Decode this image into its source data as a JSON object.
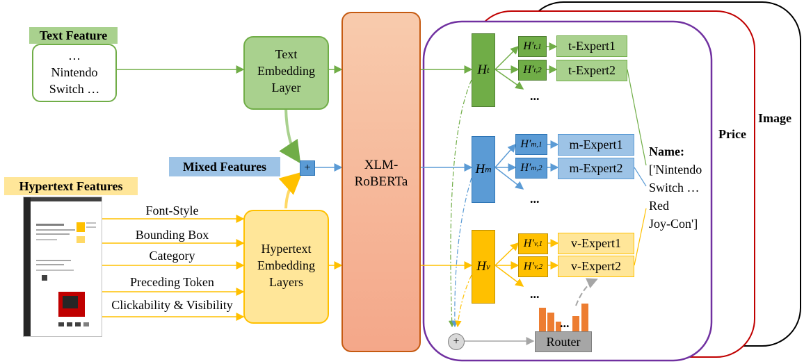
{
  "text_feature": {
    "title": "Text Feature",
    "lines": [
      "…",
      "Nintendo",
      "Switch …"
    ]
  },
  "hypertext_features": {
    "title": "Hypertext Features",
    "items": [
      "Font-Style",
      "Bounding Box",
      "Category",
      "Preceding Token",
      "Clickability & Visibility"
    ]
  },
  "mixed_features": "Mixed Features",
  "text_embedding": [
    "Text",
    "Embedding",
    "Layer"
  ],
  "hypertext_embedding": [
    "Hypertext",
    "Embedding",
    "Layers"
  ],
  "xlm": [
    "XLM-",
    "RoBERTa"
  ],
  "ellipsis": "...",
  "experts": {
    "t": [
      "t-Expert1",
      "t-Expert2"
    ],
    "m": [
      "m-Expert1",
      "m-Expert2"
    ],
    "v": [
      "v-Expert1",
      "v-Expert2"
    ]
  },
  "router": "Router",
  "output": {
    "label": "Name:",
    "lines": [
      "['Nintendo",
      "Switch …",
      "Red",
      "Joy-Con']"
    ]
  },
  "panels": {
    "price": "Price",
    "image": "Image"
  },
  "colors": {
    "green_dark": "#70ad47",
    "green_light": "#a9d18e",
    "green_fill": "#c5e0b4",
    "blue_dark": "#5b9bd5",
    "blue_light": "#9dc3e6",
    "yellow_dark": "#ffc000",
    "yellow_light": "#ffe699",
    "orange": "#f4a789",
    "purple": "#7030a0",
    "red": "#c00000"
  }
}
